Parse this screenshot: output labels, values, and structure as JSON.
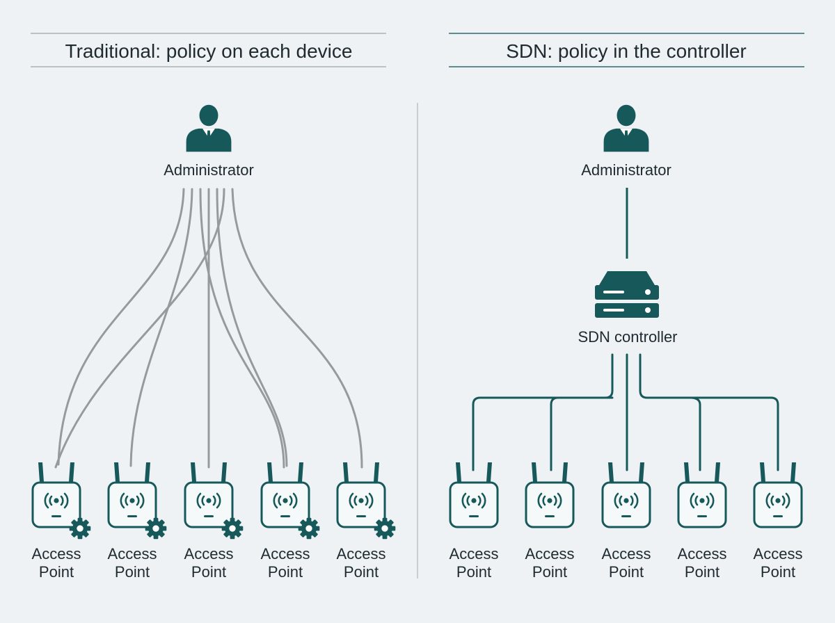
{
  "left_panel": {
    "title": "Traditional: policy on each device",
    "admin_label": "Administrator",
    "ap_label_line1": "Access",
    "ap_label_line2": "Point",
    "ap_count": 5
  },
  "right_panel": {
    "title": "SDN: policy in the controller",
    "admin_label": "Administrator",
    "controller_label": "SDN controller",
    "ap_label_line1": "Access",
    "ap_label_line2": "Point",
    "ap_count": 5
  },
  "icons": {
    "admin": "person-icon",
    "access_point": "wireless-access-point-icon",
    "config": "gear-icon",
    "controller": "server-icon"
  },
  "colors": {
    "teal": "#17595b",
    "gray_line": "#959a9e",
    "rule_left": "#a9b1b5",
    "rule_right": "#2e6b6c",
    "text": "#1e2a30"
  }
}
